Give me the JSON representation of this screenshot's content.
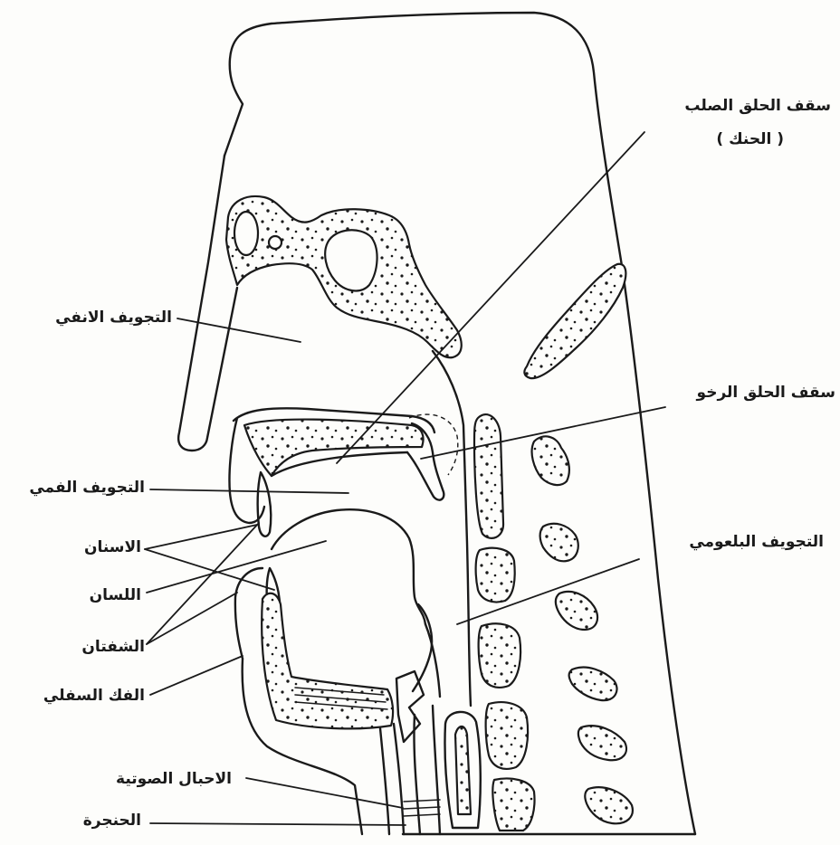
{
  "labels": {
    "hard_palate": "سقف الحلق الصلب",
    "hard_palate_alt": "( الحنك )",
    "nasal_cavity": "التجويف الانفي",
    "soft_palate": "سقف الحلق الرخو",
    "oral_cavity": "التجويف الفمي",
    "pharyngeal_cavity": "التجويف البلعومي",
    "teeth": "الاسنان",
    "tongue": "اللسان",
    "lips": "الشفتان",
    "lower_jaw": "الفك السفلي",
    "vocal_cords": "الاحبال الصوتية",
    "larynx": "الحنجرة"
  },
  "colors": {
    "ink": "#1a1a1a",
    "paper": "#fdfdfb"
  }
}
